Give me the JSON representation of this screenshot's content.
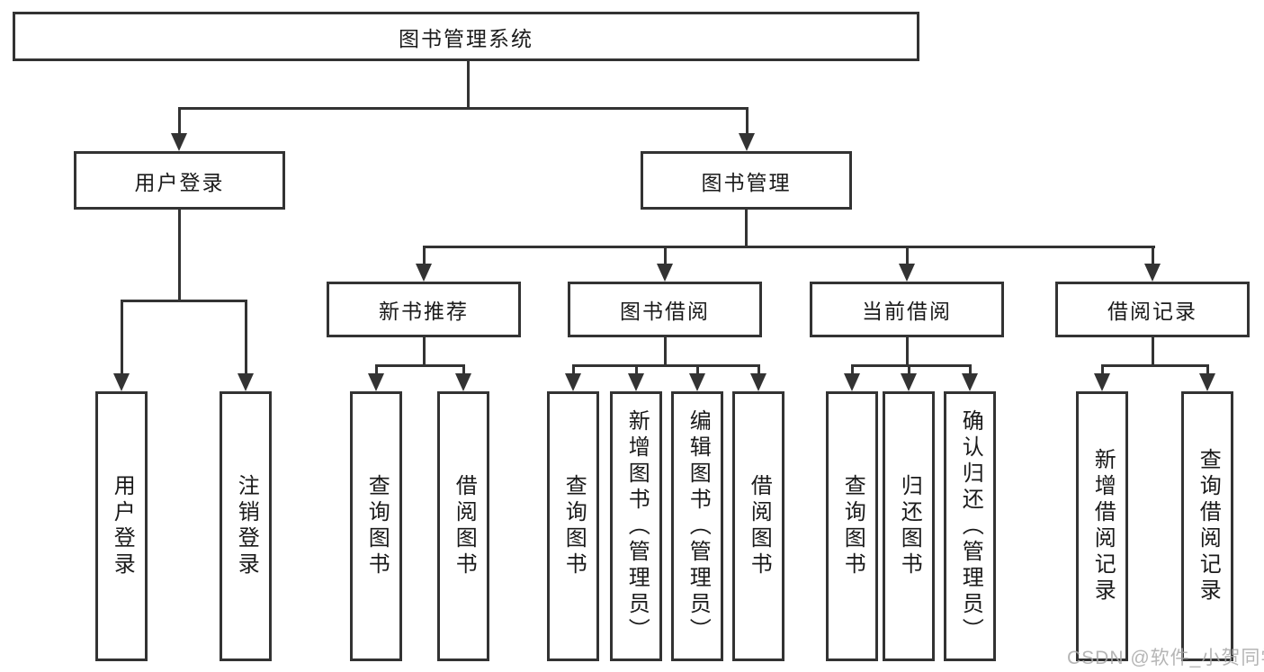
{
  "tree": {
    "root": {
      "label": "图书管理系统"
    },
    "level1": [
      {
        "label": "用户登录",
        "children": [
          {
            "label": "用户登录"
          },
          {
            "label": "注销登录"
          }
        ]
      },
      {
        "label": "图书管理",
        "children": [
          {
            "label": "新书推荐",
            "children": [
              {
                "label": "查询图书"
              },
              {
                "label": "借阅图书"
              }
            ]
          },
          {
            "label": "图书借阅",
            "children": [
              {
                "label": "查询图书"
              },
              {
                "label": "新增图书（管理员）"
              },
              {
                "label": "编辑图书（管理员）"
              },
              {
                "label": "借阅图书"
              }
            ]
          },
          {
            "label": "当前借阅",
            "children": [
              {
                "label": "查询图书"
              },
              {
                "label": "归还图书"
              },
              {
                "label": "确认归还（管理员）"
              }
            ]
          },
          {
            "label": "借阅记录",
            "children": [
              {
                "label": "新增借阅记录"
              },
              {
                "label": "查询借阅记录"
              }
            ]
          }
        ]
      }
    ]
  },
  "colors": {
    "line": "#333333",
    "text": "#1a1a1a",
    "watermark": "#a9a9a9",
    "background": "#ffffff"
  },
  "watermark": {
    "text": "CSDN @软件_小贺同学"
  }
}
